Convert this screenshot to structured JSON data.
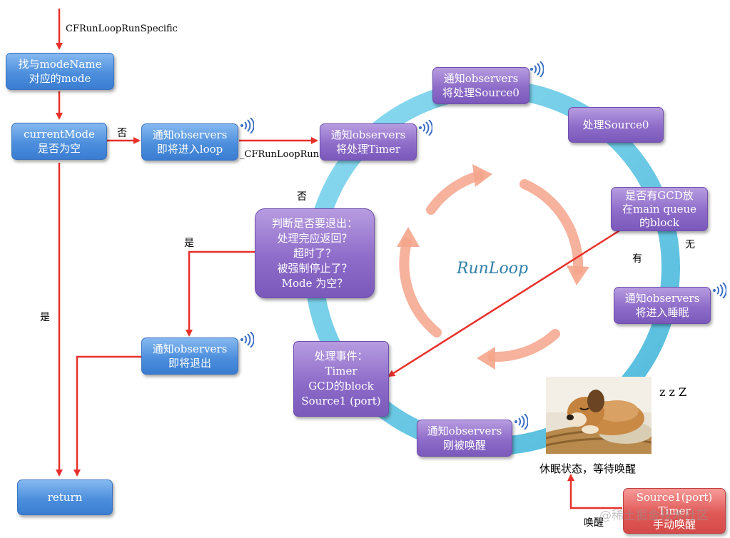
{
  "diagram": {
    "center_title": "RunLoop",
    "nodes": {
      "find_mode": [
        "找与modeName",
        "对应的mode"
      ],
      "current_mode_empty": [
        "currentMode",
        "是否为空"
      ],
      "notify_enter_loop": [
        "通知observers",
        "即将进入loop"
      ],
      "notify_exit": [
        "通知observers",
        "即将退出"
      ],
      "return": [
        "return"
      ],
      "notify_timer": [
        "通知observers",
        "将处理Timer"
      ],
      "notify_source0": [
        "通知observers",
        "将处理Source0"
      ],
      "process_source0": [
        "处理Source0"
      ],
      "gcd_main_queue": [
        "是否有GCD放",
        "在main queue",
        "的block"
      ],
      "notify_sleep": [
        "通知observers",
        "将进入睡眠"
      ],
      "judge_exit": [
        "判断是否要退出：",
        "处理完应返回？",
        "超时了？",
        "被强制停止了？",
        "Mode  为空？"
      ],
      "process_events": [
        "处理事件：",
        "Timer",
        "GCD的block",
        "Source1 (port)"
      ],
      "notify_woken": [
        "通知observers",
        "刚被唤醒"
      ],
      "wakeup_sources": [
        "Source1(port)",
        "Timer",
        "手动唤醒"
      ]
    },
    "labels": {
      "cfrunlooprunspecific": "CFRunLoopRunSpecific",
      "cfrunlooprun": "_CFRunLoopRun",
      "no_empty": "否",
      "yes_empty": "是",
      "no_exit": "否",
      "yes_exit": "是",
      "gcd_yes": "有",
      "gcd_no": "无",
      "sleeping": "休眠状态，等待唤醒",
      "zzz": "z z Z",
      "wakeup": "唤醒"
    },
    "watermark": "@稀土掘金技术社区",
    "colors": {
      "blue_node": "#4d8fdd",
      "purple_node": "#8e6cc9",
      "red_node": "#e05a58",
      "ring": "#5cc6e4",
      "arrow": "#e8302a",
      "inner_arrows": "#f28a6e",
      "runloop_text": "#2f7fa8"
    }
  }
}
